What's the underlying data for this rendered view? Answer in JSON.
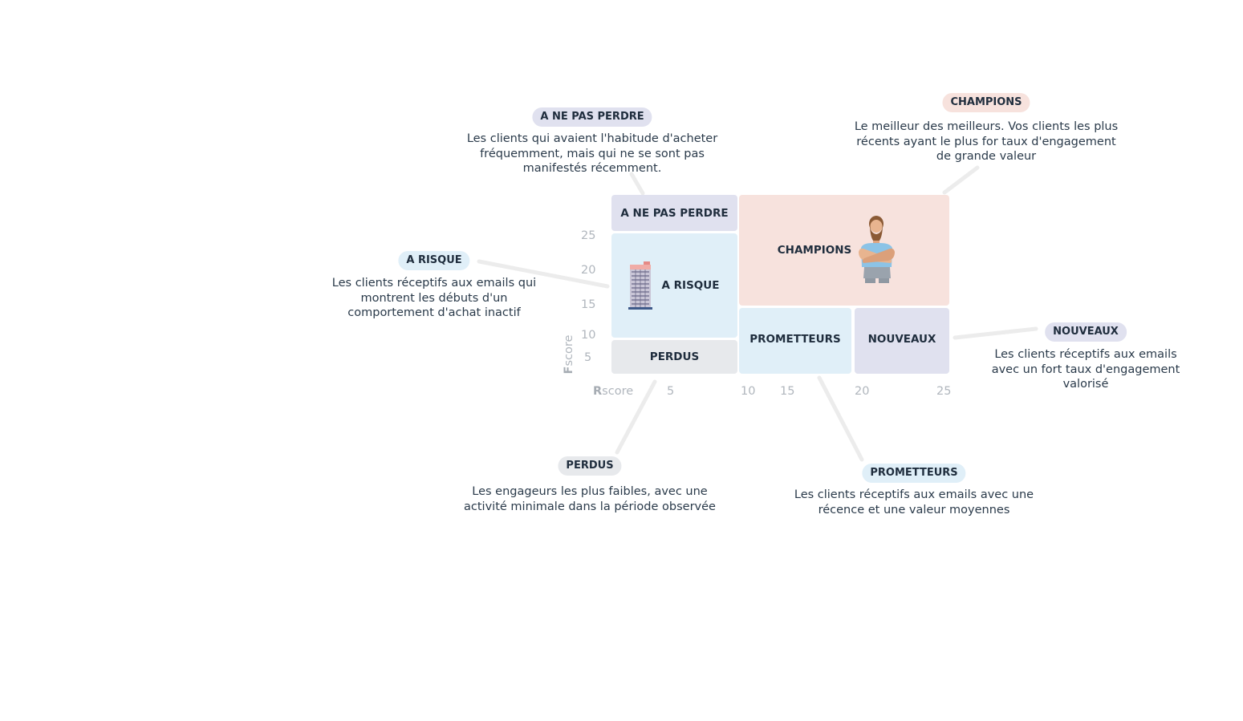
{
  "colors": {
    "ne_pas_perdre": "#e0e1ef",
    "champions": "#f7e2dd",
    "a_risque": "#e0eff8",
    "perdus": "#e7e9ec",
    "prometteurs": "#e0eff8",
    "nouveaux": "#e0e1ef",
    "connector": "#ececec",
    "text": "#1f2d3d",
    "tick": "#b0b6bd"
  },
  "grid": {
    "ne_pas_perdre": "A NE PAS PERDRE",
    "champions": "CHAMPIONS",
    "a_risque": "A RISQUE",
    "perdus": "PERDUS",
    "prometteurs": "PROMETTEURS",
    "nouveaux": "NOUVEAUX"
  },
  "axes": {
    "y_ticks": [
      "25",
      "20",
      "15",
      "10",
      "5"
    ],
    "x_ticks": [
      "5",
      "10",
      "15",
      "20",
      "25"
    ],
    "x_title_bold": "R",
    "x_title_rest": "score",
    "y_title_bold": "F",
    "y_title_rest": "score"
  },
  "callouts": {
    "ne_pas_perdre": {
      "label": "A NE PAS PERDRE",
      "lines": [
        "Les clients qui avaient l'habitude d'acheter",
        "fréquemment, mais qui ne se sont pas",
        "manifestés récemment."
      ]
    },
    "champions": {
      "label": "CHAMPIONS",
      "lines": [
        "Le meilleur des meilleurs. Vos clients les plus",
        "récents ayant le plus for taux d'engagement",
        "de grande valeur"
      ]
    },
    "a_risque": {
      "label": "A RISQUE",
      "lines": [
        "Les clients réceptifs aux emails qui",
        "montrent les débuts d'un",
        "comportement d'achat inactif"
      ]
    },
    "nouveaux": {
      "label": "NOUVEAUX",
      "lines": [
        "Les clients réceptifs aux emails",
        "avec un fort taux d'engagement",
        "valorisé"
      ]
    },
    "perdus": {
      "label": "PERDUS",
      "lines": [
        "Les engageurs les plus faibles, avec une",
        "activité minimale dans la période observée"
      ]
    },
    "prometteurs": {
      "label": "PROMETTEURS",
      "lines": [
        "Les clients réceptifs aux emails avec une",
        "récence et une valeur moyennes"
      ]
    }
  }
}
